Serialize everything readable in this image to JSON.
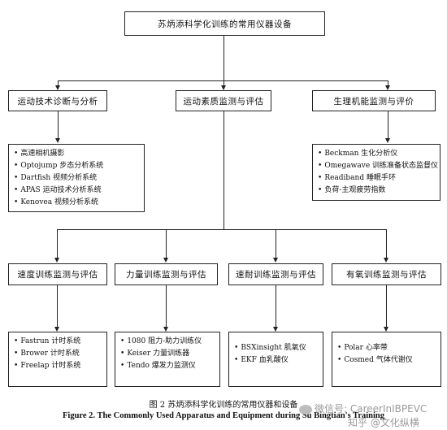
{
  "diagram": {
    "root": "苏炳添科学化训练的常用仪器设备",
    "level1": [
      {
        "label": "运动技术诊断与分析",
        "items": [
          "高速相机摄影",
          "Optojump 步态分析系统",
          "Dartfish 视频分析系统",
          "APAS 运动技术分析系统",
          "Kenovea 视频分析系统"
        ]
      },
      {
        "label": "运动素质监测与评估",
        "items": []
      },
      {
        "label": "生理机能监测与评价",
        "items": [
          "Beckman 生化分析仪",
          "Omegawave 训练准备状态监督仪",
          "Readiband 睡眠手环",
          "负荷-主观疲劳指数"
        ]
      }
    ],
    "level2": [
      {
        "label": "速度训练监测与评估",
        "items": [
          "Fastrun 计时系统",
          "Brower 计时系统",
          "Freelap 计时系统"
        ]
      },
      {
        "label": "力量训练监测与评估",
        "items": [
          "1080 阻力-助力训练仪",
          "Keiser 力量训练器",
          "Tendo 爆发力监测仪"
        ]
      },
      {
        "label": "速耐训练监测与评估",
        "items": [
          "BSXinsight 肌氧仪",
          "EKF 血乳酸仪"
        ]
      },
      {
        "label": "有氧训练监测与评估",
        "items": [
          "Polar 心率带",
          "Cosmed 气体代谢仪"
        ]
      }
    ]
  },
  "caption": {
    "cn": "图 2   苏炳添科学化训练的常用仪器和设备",
    "en": "Figure 2.   The Commonly Used Apparatus and Equipment during Su Bingtian's Training"
  },
  "watermark": {
    "line1": "微信号: CareerInIBPEVC",
    "line2": "知乎 @文化纵横"
  }
}
